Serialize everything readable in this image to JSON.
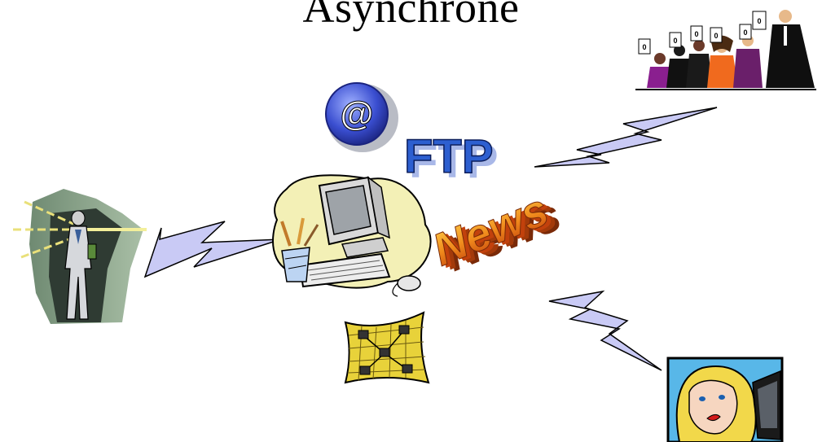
{
  "slide": {
    "title": "Asynchrone"
  },
  "labels": {
    "at_sign": "@",
    "ftp": "FTP",
    "news": "News"
  },
  "colors": {
    "lightning_fill": "#c9caf5",
    "lightning_stroke": "#000000",
    "news_orange": "#e8741a",
    "ftp_blue": "#2d5fd0",
    "net_yellow": "#e8d23a"
  },
  "icons": {
    "center": "computer-workstation-icon",
    "left": "person-at-door-icon",
    "top_right": "audience-with-score-cards-icon",
    "bottom_right": "woman-at-monitor-icon",
    "network": "network-grid-icon",
    "email": "email-at-icon"
  },
  "audience_cards": [
    "0",
    "0",
    "0",
    "0",
    "0",
    "0"
  ]
}
